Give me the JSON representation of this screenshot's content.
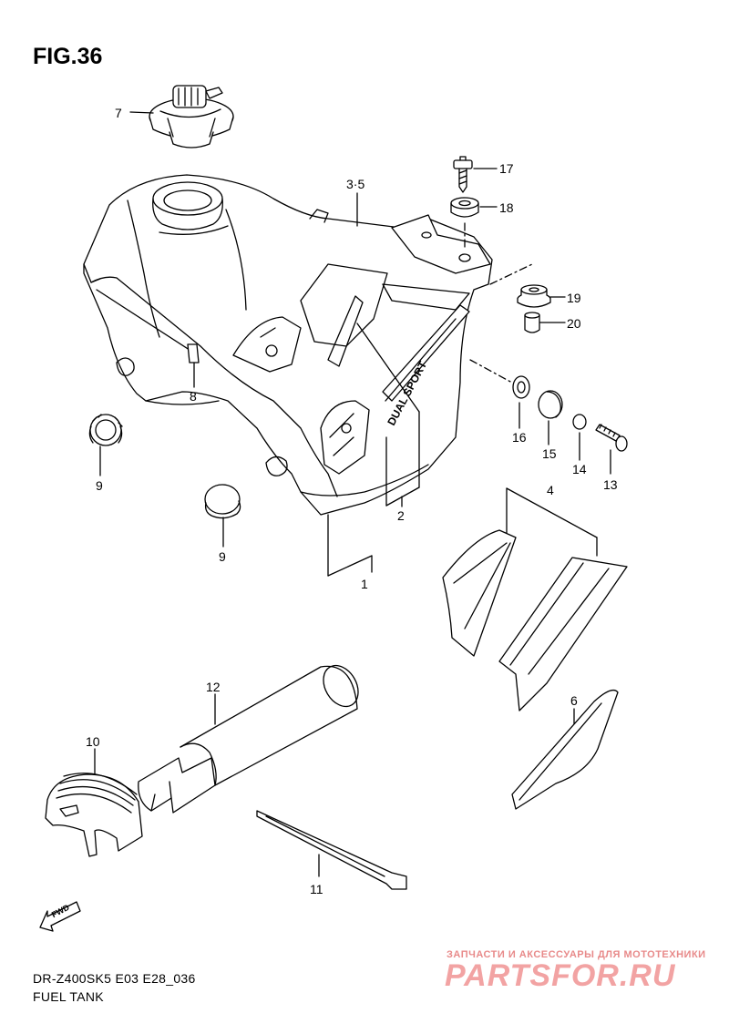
{
  "figure": {
    "title": "FIG.36",
    "model_code": "DR-Z400SK5 E03 E28_036",
    "caption": "FUEL TANK"
  },
  "tank_badge_text": "DUAL SPORT",
  "fwd_label": "FWD",
  "callouts": {
    "c7": "7",
    "c35": "3·5",
    "c17": "17",
    "c18": "18",
    "c19": "19",
    "c20": "20",
    "c8": "8",
    "c9a": "9",
    "c9b": "9",
    "c16": "16",
    "c15": "15",
    "c14": "14",
    "c13": "13",
    "c2": "2",
    "c1": "1",
    "c4": "4",
    "c12": "12",
    "c10": "10",
    "c6": "6",
    "c11": "11"
  },
  "watermark": {
    "tagline": "ЗАПЧАСТИ И АКСЕССУАРЫ ДЛЯ МОТОТЕХНИКИ",
    "brand": "PARTSFOR.RU"
  },
  "colors": {
    "line": "#000000",
    "watermark": "#f2a3a3"
  }
}
